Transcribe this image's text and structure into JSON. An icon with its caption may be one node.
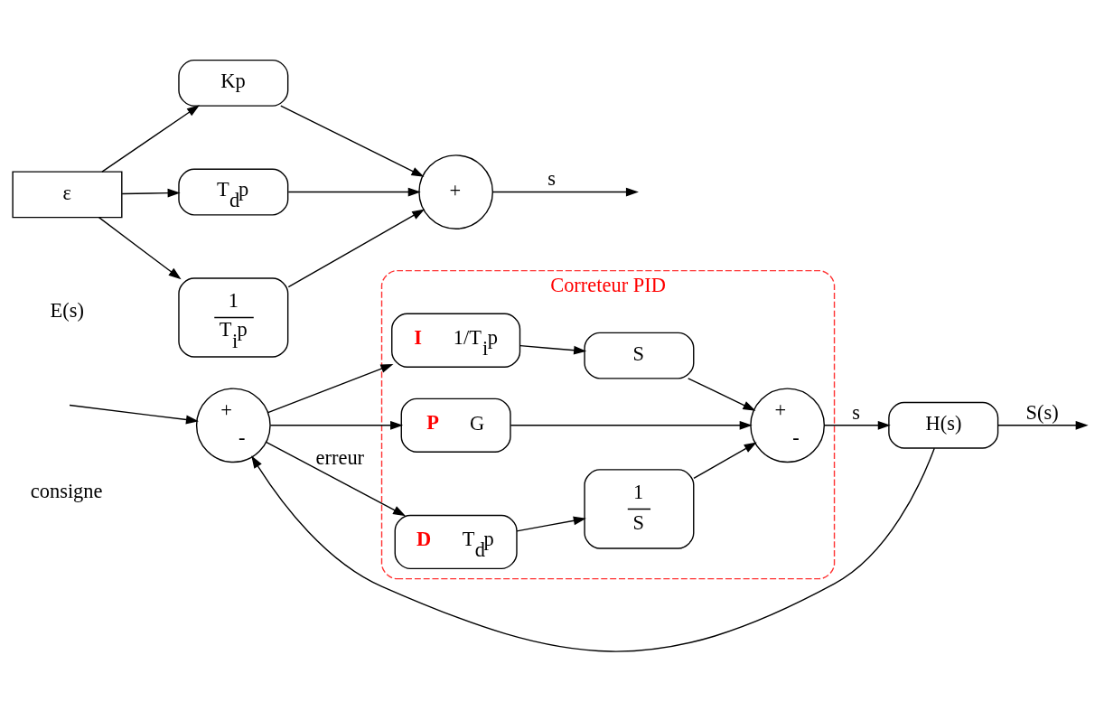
{
  "diagram": {
    "nodes": [
      {
        "text": [
          "ε"
        ]
      },
      {
        "text": [
          "Kp"
        ]
      },
      {
        "text": [
          "T$_{d}$p"
        ]
      },
      {
        "text": [
          "1",
          "T$_{i}$p"
        ]
      },
      {
        "text": [
          "+"
        ]
      },
      {
        "text": [
          "Correteur PID"
        ]
      },
      {
        "text": [
          "+",
          "-"
        ]
      },
      {
        "text": [
          "P",
          "G"
        ],
        "in": 5
      },
      {
        "text": [
          "D",
          "T$_{d}$p"
        ],
        "in": 5
      },
      {
        "text": [
          "I",
          "1/T$_{i}$p"
        ],
        "in": 5
      },
      {
        "text": [
          "1",
          "S"
        ],
        "in": 5
      },
      {
        "text": [
          "S"
        ],
        "in": 5
      },
      {
        "text": [
          "+",
          "-"
        ],
        "in": 5
      },
      {
        "text": [
          "H(s)"
        ]
      }
    ],
    "edges": [
      {
        "from": 0,
        "to": 1,
        "arrow": "to"
      },
      {
        "from": 0,
        "to": 2,
        "arrow": "to"
      },
      {
        "from": 0,
        "to": 3,
        "arrow": "to"
      },
      {
        "from": 1,
        "to": 4,
        "arrow": "to"
      },
      {
        "from": 2,
        "to": 4,
        "arrow": "to"
      },
      {
        "from": 3,
        "to": 4,
        "arrow": "to"
      },
      {
        "from": 4,
        "to": null,
        "arrow": "to",
        "label": "s"
      },
      {
        "from": null,
        "to": 6,
        "arrow": "to"
      },
      {
        "from": 6,
        "to": 7,
        "arrow": "to"
      },
      {
        "from": 6,
        "to": 8,
        "arrow": "to",
        "label": "erreur"
      },
      {
        "from": 6,
        "to": 9,
        "arrow": "to"
      },
      {
        "from": 7,
        "to": 12,
        "arrow": "to"
      },
      {
        "from": 8,
        "to": 10,
        "arrow": "to"
      },
      {
        "from": 10,
        "to": 12,
        "arrow": "to"
      },
      {
        "from": 9,
        "to": 11,
        "arrow": "to"
      },
      {
        "from": 11,
        "to": 12,
        "arrow": "to"
      },
      {
        "from": 12,
        "to": 13,
        "arrow": "to",
        "label": "s"
      },
      {
        "from": 13,
        "to": null,
        "arrow": "to",
        "label": "S(s)"
      },
      {
        "from": 13,
        "to": 6,
        "arrow": "to"
      }
    ],
    "labels": [
      "E(s)",
      "consigne"
    ]
  }
}
